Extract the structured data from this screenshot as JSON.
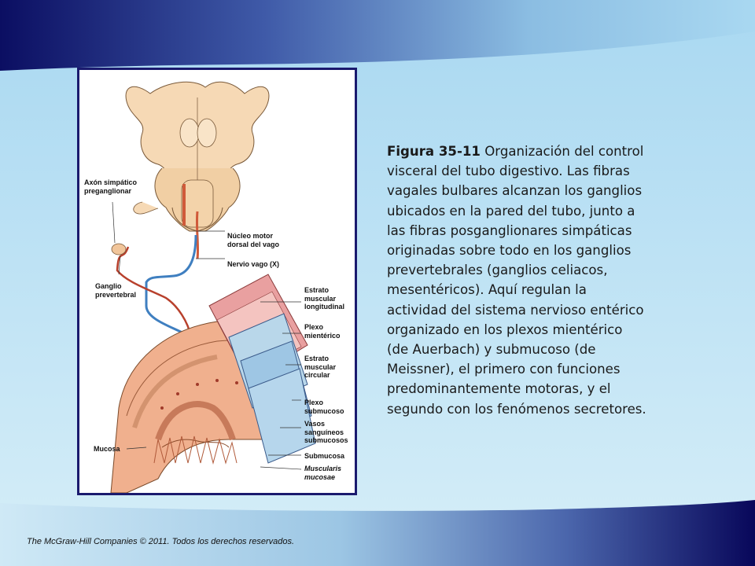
{
  "caption": {
    "figure_number": "Figura 35-11",
    "lines": [
      " Organización del control",
      "visceral del tubo digestivo. Las fibras",
      "vagales bulbares alcanzan los ganglios",
      "ubicados en la pared del tubo, junto a",
      "las fibras posganglionares simpáticas",
      "originadas sobre todo en los ganglios",
      "prevertebrales (ganglios celiacos,",
      "mesentéricos). Aquí regulan la",
      "actividad del sistema nervioso entérico",
      "organizado en los plexos mientérico",
      "(de Auerbach) y submucoso (de",
      "Meissner), el primero con funciones",
      "predominantemente motoras, y el",
      "segundo con los fenómenos secretores."
    ]
  },
  "diagram": {
    "labels": {
      "axon": "Axón simpático\npreganglionar",
      "ganglion": "Ganglio\nprevertebral",
      "nucleus": "Núcleo motor\ndorsal del vago",
      "vagus": "Nervio vago (X)",
      "long_muscle": "Estrato\nmuscular\nlongitudinal",
      "myenteric": "Plexo\nmientérico",
      "circ_muscle": "Estrato\nmuscular\ncircular",
      "submucous_plexus": "Plexo\nsubmucoso",
      "vessels": "Vasos\nsanguíneos\nsubmucosos",
      "submucosa": "Submucosa",
      "muscularis": "Muscularis\nmucosae",
      "mucosa": "Mucosa"
    }
  },
  "footer": "The McGraw-Hill Companies © 2011. Todos los derechos reservados."
}
